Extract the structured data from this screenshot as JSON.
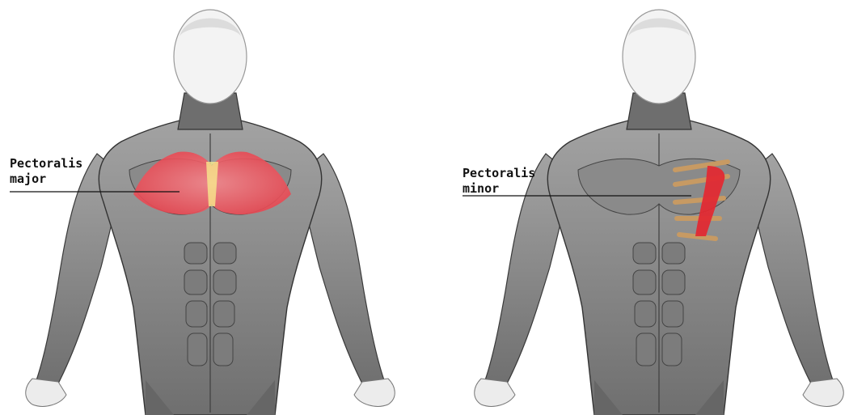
{
  "labels": {
    "major": {
      "line1": "Pectoralis",
      "line2": "major"
    },
    "minor": {
      "line1": "Pectoralis",
      "line2": "minor"
    }
  },
  "colors": {
    "background": "#ffffff",
    "skin_light": "#f1f1f1",
    "muscle_gray": "#8f8f8f",
    "muscle_dark": "#4a4a4a",
    "highlight_major": "#ef5a63",
    "highlight_minor": "#e3262f",
    "ribs": "#d6b48a",
    "leader_line": "#111111"
  },
  "icons": [
    "anatomy-figure-left",
    "anatomy-figure-right"
  ]
}
